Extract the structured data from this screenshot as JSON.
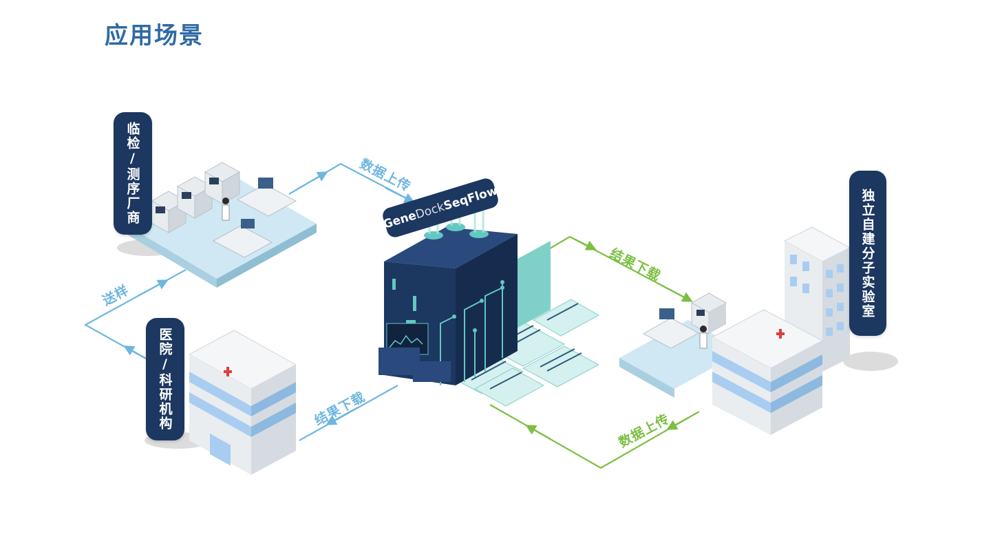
{
  "page_title": "应用场景",
  "brand": {
    "part1": "Gene",
    "part2": "Dock",
    "part3": " SeqFlow"
  },
  "nodes": {
    "sequencing_vendor": "临检/测序厂商",
    "hospital_research": "医院/科研机构",
    "independent_lab": "独立自建分子实验室"
  },
  "flows": {
    "top_upload": "数据上传",
    "right_download": "结果下载",
    "left_send": "送样",
    "left_download": "结果下载",
    "right_upload": "数据上传"
  },
  "colors": {
    "title": "#2f6aa6",
    "tag_bg": "#1c3760",
    "blue_flow": "#6fb6df",
    "green_flow": "#7cbf42",
    "server_dark": "#1c2f52",
    "building_blue": "#a9cdf0",
    "cross_red": "#e23b3b"
  },
  "icons": [
    "lab-platform-icon",
    "hospital-building-icon",
    "server-block-icon",
    "data-card-icon"
  ]
}
